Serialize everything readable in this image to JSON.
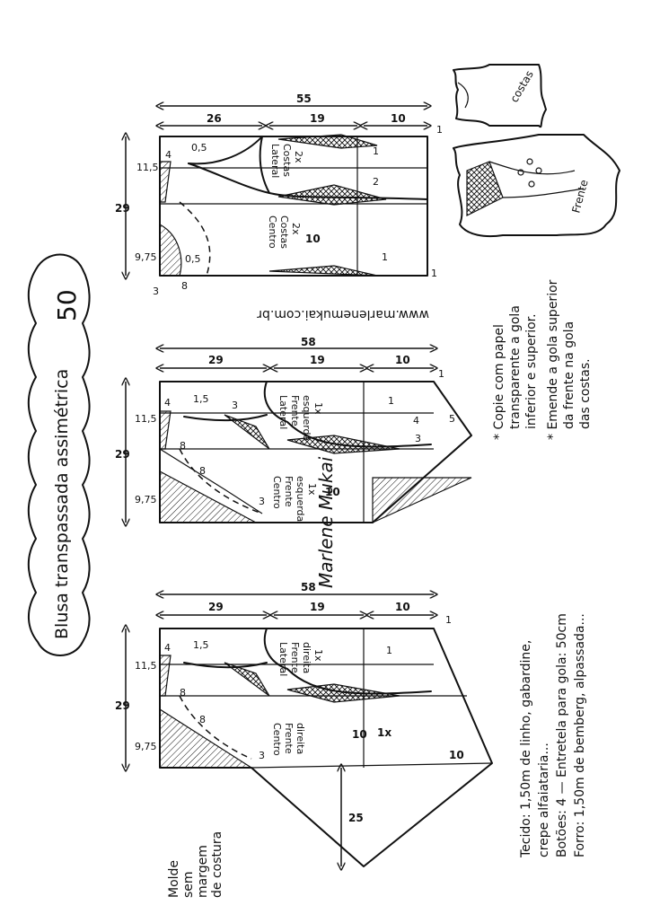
{
  "title": "Blusa transpassada assimétrica",
  "number": "50",
  "website": "www.marlenemukai.com.br",
  "signature": "Marlene Mukai",
  "margin_note": [
    "Molde",
    "sem",
    "margem",
    "de costura"
  ],
  "materials": [
    "Tecido: 1,50m de linho, gabardine,",
    "crepe alfaiataria...",
    "Botões: 4 — Entretela para gola: 50cm",
    "Forro: 1,50m de bemberg, alpassada..."
  ],
  "instructions": [
    "* Copie com papel",
    "transparente a gola",
    "inferior e superior.",
    "* Emende a gola superior",
    "da frente na gola",
    "das costas."
  ],
  "sketch_labels": {
    "back": "costas",
    "front": "Frente"
  },
  "pieces": {
    "back": {
      "total_width": "55",
      "width_a": "26",
      "width_b": "19",
      "width_c": "10",
      "height": "29",
      "top": "11,5",
      "bottom": "9,75",
      "neck": "4",
      "shoulder": "0,5",
      "armhole": "0,5",
      "base_a": "3",
      "base_b": "8",
      "side_marks": [
        "1",
        "1",
        "2",
        "1",
        "1"
      ],
      "center_label": [
        "Centro",
        "Costas",
        "2x"
      ],
      "side_label": [
        "Lateral",
        "Costas",
        "2x"
      ],
      "waist": "10"
    },
    "left_front": {
      "total_width": "58",
      "width_a": "29",
      "width_b": "19",
      "width_c": "10",
      "height": "29",
      "top": "11,5",
      "bottom": "9,75",
      "neck": "4",
      "shoulder": "1,5",
      "collar_a": "8",
      "collar_b": "8",
      "collar_c": "3",
      "bottom_mark": "3",
      "side_mark": "3",
      "hem_a": "4",
      "hem_b": "5",
      "hem_c": "1",
      "hem_d": "1",
      "center_label": [
        "Centro",
        "Frente",
        "esquerda",
        "1x"
      ],
      "side_label": [
        "Lateral",
        "Frente",
        "esquerda",
        "1x"
      ],
      "waist": "10"
    },
    "right_front": {
      "total_width": "58",
      "width_a": "29",
      "width_b": "19",
      "width_c": "10",
      "height": "29",
      "top": "11,5",
      "bottom": "9,75",
      "neck": "4",
      "shoulder": "1,5",
      "collar_a": "8",
      "collar_b": "8",
      "bottom_mark": "3",
      "side_mark": "1",
      "hem_a": "1",
      "center_label": [
        "Centro",
        "Frente",
        "direita"
      ],
      "side_label": [
        "Lateral",
        "Frente",
        "direita",
        "1x"
      ],
      "count": "1x",
      "waist": "10",
      "drop": "25",
      "end": "10"
    }
  }
}
